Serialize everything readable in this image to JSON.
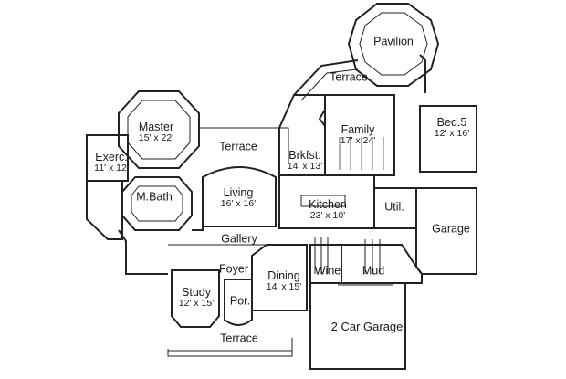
{
  "rooms": [
    {
      "key": "pavilion",
      "name": "Pavilion",
      "dims": ""
    },
    {
      "key": "terrace-top",
      "name": "Terrace",
      "dims": ""
    },
    {
      "key": "master",
      "name": "Master",
      "dims": "15' x 22'"
    },
    {
      "key": "terrace-mid",
      "name": "Terrace",
      "dims": ""
    },
    {
      "key": "family",
      "name": "Family",
      "dims": "17' x 24'"
    },
    {
      "key": "bed5",
      "name": "Bed.5",
      "dims": "12' x 16'"
    },
    {
      "key": "exerc",
      "name": "Exerc.",
      "dims": "11' x 12'"
    },
    {
      "key": "brkfst",
      "name": "Brkfst.",
      "dims": "14' x 13'"
    },
    {
      "key": "mbath",
      "name": "M.Bath",
      "dims": ""
    },
    {
      "key": "living",
      "name": "Living",
      "dims": "16' x 16'"
    },
    {
      "key": "kitchen",
      "name": "Kitchen",
      "dims": "23' x 10'"
    },
    {
      "key": "util",
      "name": "Util.",
      "dims": ""
    },
    {
      "key": "garage",
      "name": "Garage",
      "dims": ""
    },
    {
      "key": "gallery",
      "name": "Gallery",
      "dims": ""
    },
    {
      "key": "foyer",
      "name": "Foyer",
      "dims": ""
    },
    {
      "key": "dining",
      "name": "Dining",
      "dims": "14' x 15'"
    },
    {
      "key": "wine",
      "name": "Wine",
      "dims": ""
    },
    {
      "key": "mud",
      "name": "Mud",
      "dims": ""
    },
    {
      "key": "study",
      "name": "Study",
      "dims": "12' x 15'"
    },
    {
      "key": "por",
      "name": "Por.",
      "dims": ""
    },
    {
      "key": "garage2",
      "name": "2 Car Garage",
      "dims": ""
    },
    {
      "key": "terrace-bottom",
      "name": "Terrace",
      "dims": ""
    }
  ]
}
